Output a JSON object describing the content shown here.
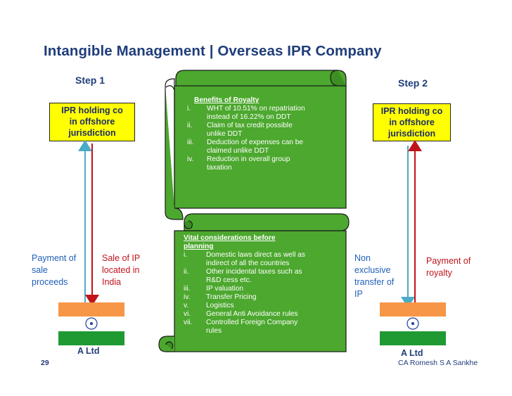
{
  "slide": {
    "title": "Intangible Management | Overseas IPR Company",
    "page_number": "29",
    "author": "CA Romesh S A Sankhe"
  },
  "step1": {
    "label": "Step 1",
    "box_lines": [
      "IPR holding co",
      "in offshore",
      "jurisdiction"
    ],
    "left_text_lines": [
      "Payment of",
      "sale",
      "proceeds"
    ],
    "right_text_lines": [
      "Sale of IP",
      "located in",
      "India"
    ],
    "entity": "A Ltd"
  },
  "step2": {
    "label": "Step 2",
    "box_lines": [
      "IPR holding co",
      "in offshore",
      "jurisdiction"
    ],
    "left_text_lines": [
      "Non",
      "exclusive",
      "transfer of",
      "IP"
    ],
    "right_text_lines": [
      "Payment of",
      "royalty"
    ],
    "entity": "A Ltd"
  },
  "benefits": {
    "heading": "Benefits of Royalty",
    "items": [
      {
        "num": "i.",
        "lines": [
          "WHT of 10.51% on repatriation",
          "instead of 16.22%  on DDT"
        ]
      },
      {
        "num": "ii.",
        "lines": [
          "Claim of tax credit possible",
          "unlike DDT"
        ]
      },
      {
        "num": "iii.",
        "lines": [
          "Deduction of expenses can be",
          "claimed unlike DDT"
        ]
      },
      {
        "num": "iv.",
        "lines": [
          "Reduction in overall group",
          "taxation"
        ]
      }
    ]
  },
  "considerations": {
    "heading_lines": [
      "Vital considerations before",
      "planning"
    ],
    "items": [
      {
        "num": "i.",
        "lines": [
          "Domestic laws direct as well as",
          "indirect of all the countries"
        ]
      },
      {
        "num": "ii.",
        "lines": [
          "Other incidental taxes such as",
          "R&D cess etc."
        ]
      },
      {
        "num": "iii.",
        "lines": [
          "IP valuation"
        ]
      },
      {
        "num": "iv.",
        "lines": [
          "Transfer Pricing"
        ]
      },
      {
        "num": "v.",
        "lines": [
          "Logistics"
        ]
      },
      {
        "num": "vi.",
        "lines": [
          "General Anti Avoidance rules"
        ]
      },
      {
        "num": "vii.",
        "lines": [
          "Controlled Foreign Company",
          "rules"
        ]
      }
    ]
  },
  "colors": {
    "title": "#1f3d7a",
    "scroll_fill": "#4ca82e",
    "box_fill": "#ffff00",
    "arrow_blue": "#4bacc6",
    "arrow_red": "#c0141c",
    "flag_saffron": "#f79646",
    "flag_green": "#1f9a33",
    "chakra": "#1f3d9a"
  }
}
